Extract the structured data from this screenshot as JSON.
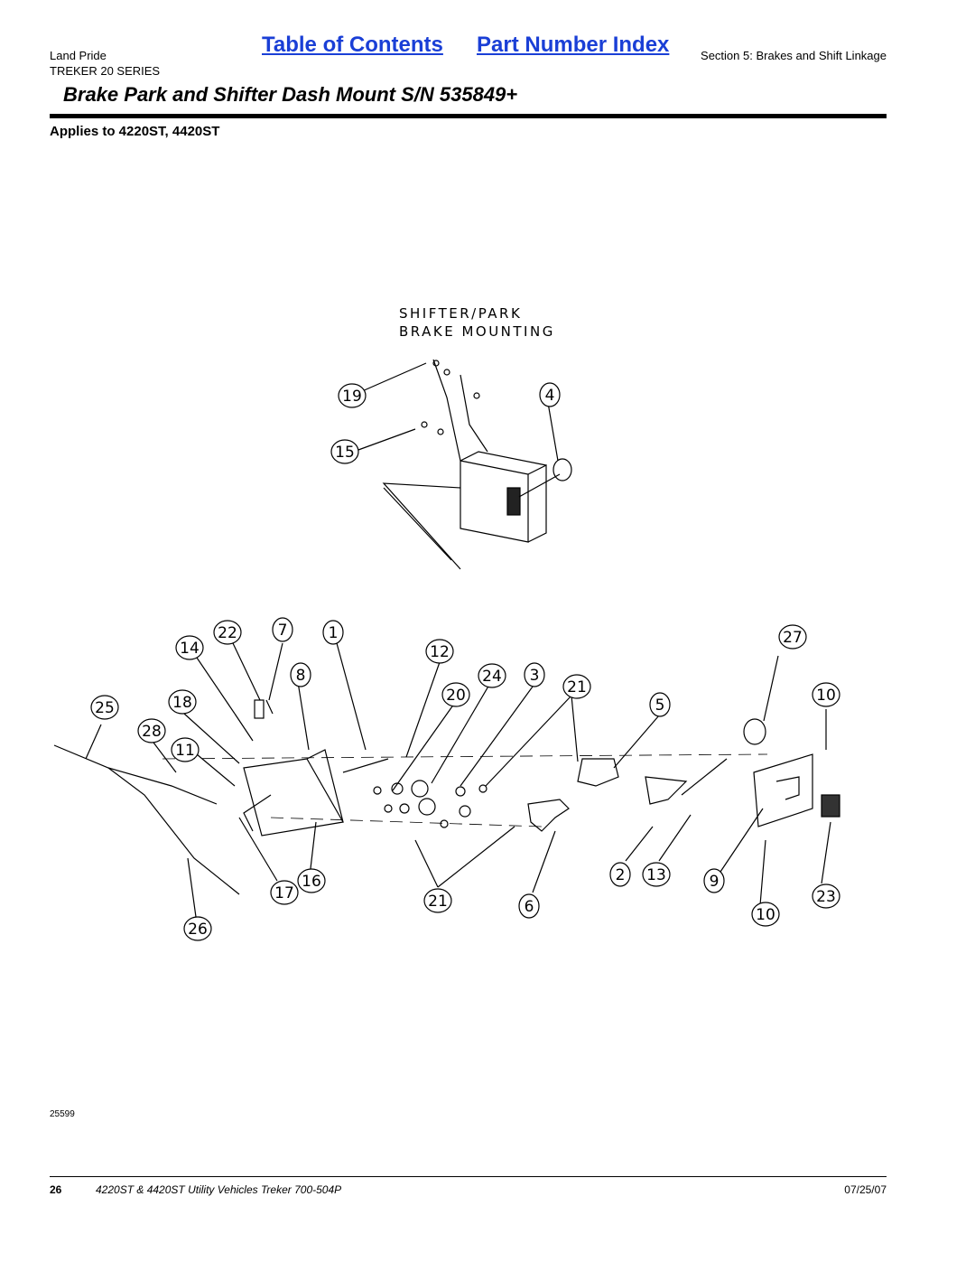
{
  "header": {
    "brand": "Land Pride",
    "series": "TREKER 20 SERIES",
    "toc_link": "Table of Contents",
    "part_index_link": "Part Number Index",
    "section": "Section 5: Brakes and Shift Linkage",
    "link_color": "#1a3fd6"
  },
  "title": "Brake Park and Shifter Dash Mount S/N 535849+",
  "applies": "Applies to 4220ST, 4420ST",
  "diagram": {
    "heading_line1": "SHIFTER/PARK",
    "heading_line2": "BRAKE MOUNTING",
    "callouts": [
      "19",
      "4",
      "15",
      "14",
      "22",
      "7",
      "1",
      "12",
      "27",
      "8",
      "24",
      "3",
      "21",
      "20",
      "10",
      "25",
      "18",
      "5",
      "28",
      "11",
      "2",
      "13",
      "9",
      "23",
      "17",
      "16",
      "21",
      "6",
      "10",
      "26"
    ]
  },
  "figure_number": "25599",
  "footer": {
    "page": "26",
    "doc": "4220ST & 4420ST Utility Vehicles Treker 700-504P",
    "date": "07/25/07"
  }
}
